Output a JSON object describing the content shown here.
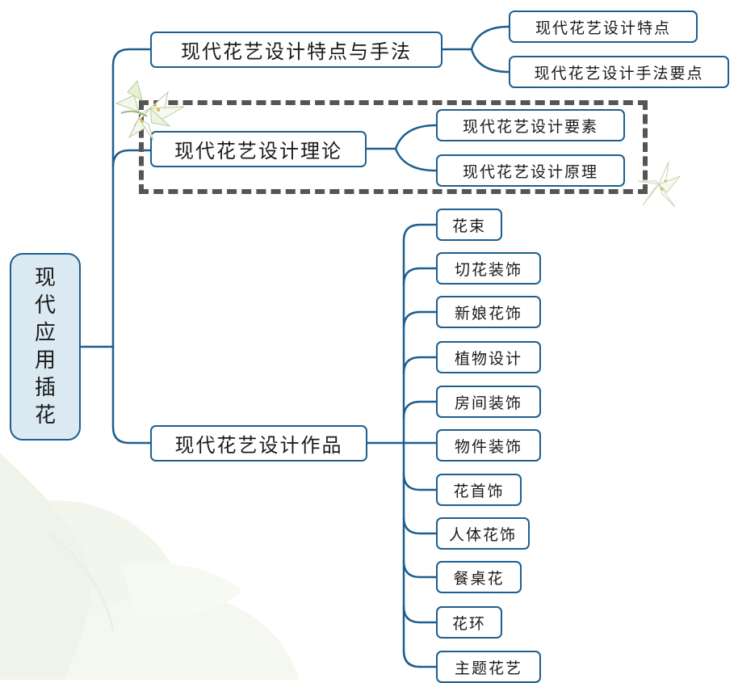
{
  "mindmap": {
    "root": {
      "chars": [
        "现",
        "代",
        "应",
        "用",
        "插",
        "花"
      ]
    },
    "branches": [
      {
        "label": "现代花艺设计特点与手法",
        "children": [
          "现代花艺设计特点",
          "现代花艺设计手法要点"
        ]
      },
      {
        "label": "现代花艺设计理论",
        "highlighted": true,
        "children": [
          "现代花艺设计要素",
          "现代花艺设计原理"
        ]
      },
      {
        "label": "现代花艺设计作品",
        "children": [
          "花束",
          "切花装饰",
          "新娘花饰",
          "植物设计",
          "房间装饰",
          "物件装饰",
          "花首饰",
          "人体花饰",
          "餐桌花",
          "花环",
          "主题花艺"
        ]
      }
    ]
  },
  "colors": {
    "connector": "#1d5f8f",
    "node_border": "#1d5f8f",
    "root_fill": "#dbe9f3",
    "highlight_box": "#555555",
    "background_flower": "#eef2e7"
  }
}
